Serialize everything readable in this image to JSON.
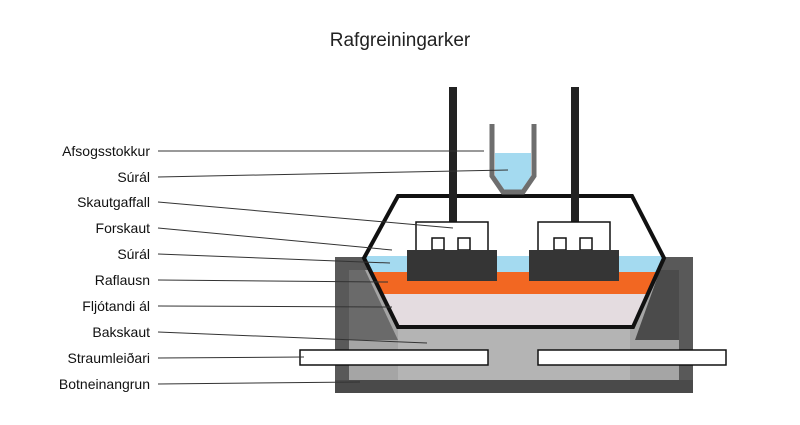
{
  "title": "Rafgreiningarker",
  "labels": [
    "Afsogsstokkur",
    "Súrál",
    "Skautgaffall",
    "Forskaut",
    "Súrál",
    "Raflausn",
    "Fljótandi ál",
    "Bakskaut",
    "Straumleiðari",
    "Botneinangrun"
  ],
  "colors": {
    "alumina": "#a4daf0",
    "electrolyte": "#f26722",
    "molten_aluminium": "#e4dce0",
    "cathode": "#a5a5a5",
    "pot_shell": "#5a5a5a",
    "insulation": "#474747",
    "anode": "#353535",
    "outline": "#111111"
  }
}
